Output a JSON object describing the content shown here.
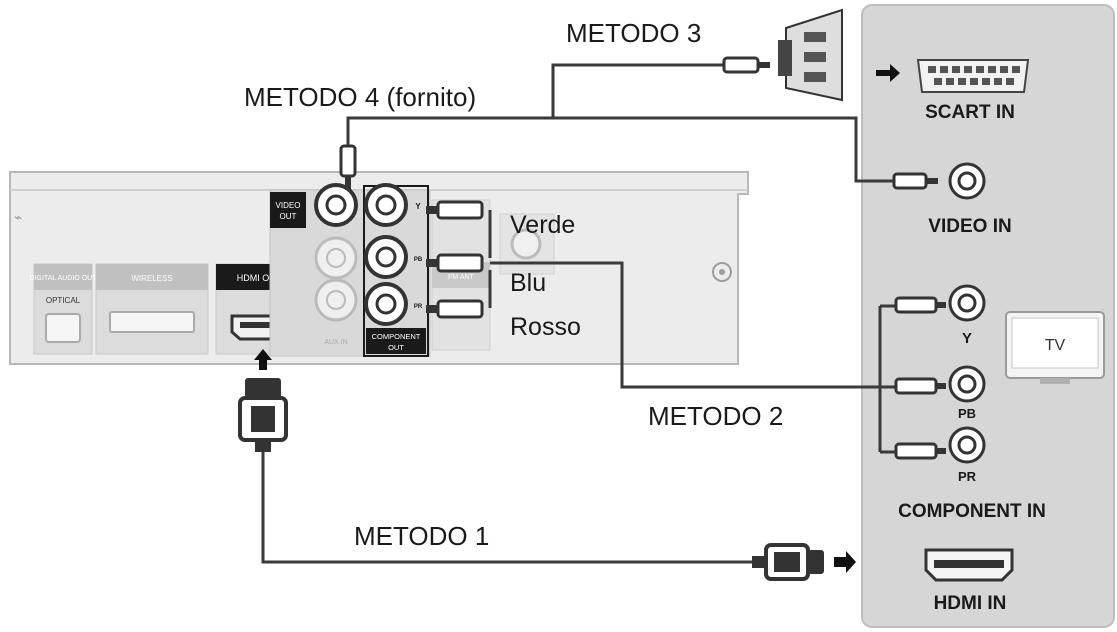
{
  "methods": {
    "m1": "METODO 1",
    "m2": "METODO 2",
    "m3": "METODO 3",
    "m4": "METODO 4 (fornito)"
  },
  "cable_colors": {
    "green": "Verde",
    "blue": "Blu",
    "red": "Rosso"
  },
  "player_panel": {
    "digital_out": "DIGITAL AUDIO OUT",
    "optical": "OPTICAL",
    "wireless": "WIRELESS",
    "hdmi_out": "HDMI OUT",
    "video_out_1": "VIDEO",
    "video_out_2": "OUT",
    "fm_ant": "FM ANT",
    "aux_in": "AUX IN",
    "component_out_1": "COMPONENT",
    "component_out_2": "OUT",
    "y": "Y",
    "pb": "PB",
    "pr": "PR"
  },
  "tv_panel": {
    "scart_in": "SCART IN",
    "video_in": "VIDEO IN",
    "y": "Y",
    "pb": "PB",
    "pr": "PR",
    "component_in": "COMPONENT IN",
    "hdmi_in": "HDMI IN",
    "tv_label": "TV"
  },
  "colors": {
    "tv_panel": "#d6d6d6",
    "player_body": "#ececec",
    "cable": "#3a3a3a",
    "label_dark": "#1a1a1a"
  }
}
